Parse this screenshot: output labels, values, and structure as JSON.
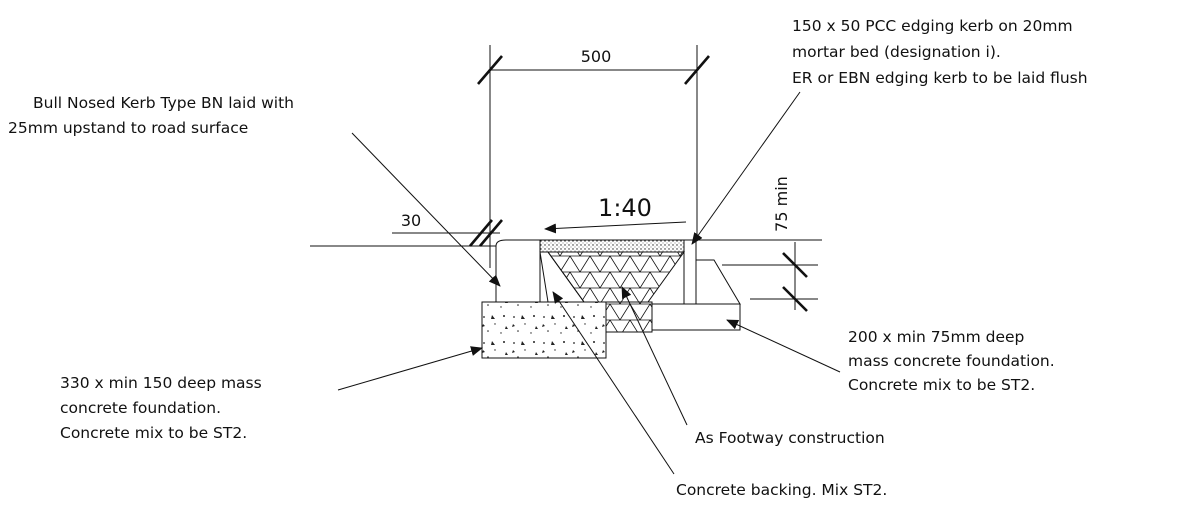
{
  "dimensions": {
    "width_top": "500",
    "kerb_offset": "30",
    "edging_depth": "75 min"
  },
  "slope": {
    "label": "1:40"
  },
  "annotations": {
    "bull_nosed_kerb": {
      "lines": [
        "Bull Nosed Kerb Type BN laid with",
        "25mm upstand to road surface"
      ]
    },
    "edging_kerb": {
      "lines": [
        "150 x 50 PCC edging kerb on 20mm",
        "mortar bed (designation i).",
        "ER or EBN edging kerb to be laid flush"
      ]
    },
    "small_foundation": {
      "lines": [
        "200 x min 75mm deep",
        "mass concrete foundation.",
        "Concrete mix to be ST2."
      ]
    },
    "large_foundation": {
      "lines": [
        "330 x min 150 deep mass",
        "concrete foundation.",
        "Concrete mix to be ST2."
      ]
    },
    "footway": {
      "lines": [
        "As Footway construction"
      ]
    },
    "backing": {
      "lines": [
        "Concrete backing. Mix ST2."
      ]
    }
  }
}
